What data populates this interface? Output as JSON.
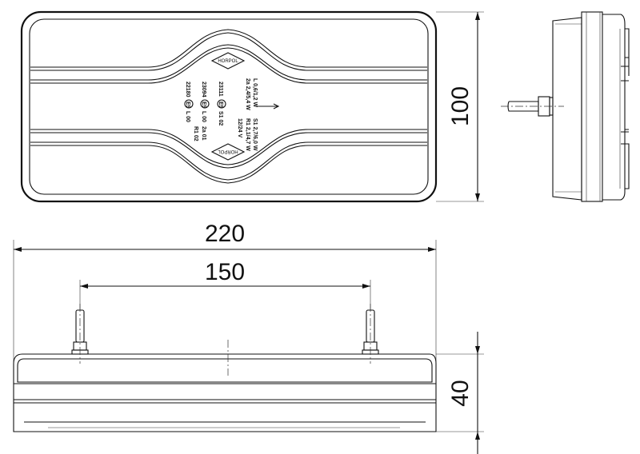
{
  "dimensions": {
    "height_front": "100",
    "width_total": "220",
    "stud_spacing": "150",
    "depth": "40"
  },
  "brand_logo": "HORPOL",
  "approvals": [
    {
      "number": "22180",
      "mark": "E9",
      "codes": "L 00"
    },
    {
      "number": "23094",
      "mark": "E9",
      "codes": "L 00"
    },
    {
      "number": "23111",
      "mark": "E9",
      "codes": "S1 02"
    }
  ],
  "function_codes": [
    "R1 02",
    "2a 01"
  ],
  "ratings": {
    "top": [
      "2a 2,4/5,4 W",
      "L 0,6/1,2 W"
    ],
    "voltage": "12/24 V",
    "bottom": [
      "R1 2,1/4,7 W",
      "S1 2,7/6,0 W"
    ]
  }
}
